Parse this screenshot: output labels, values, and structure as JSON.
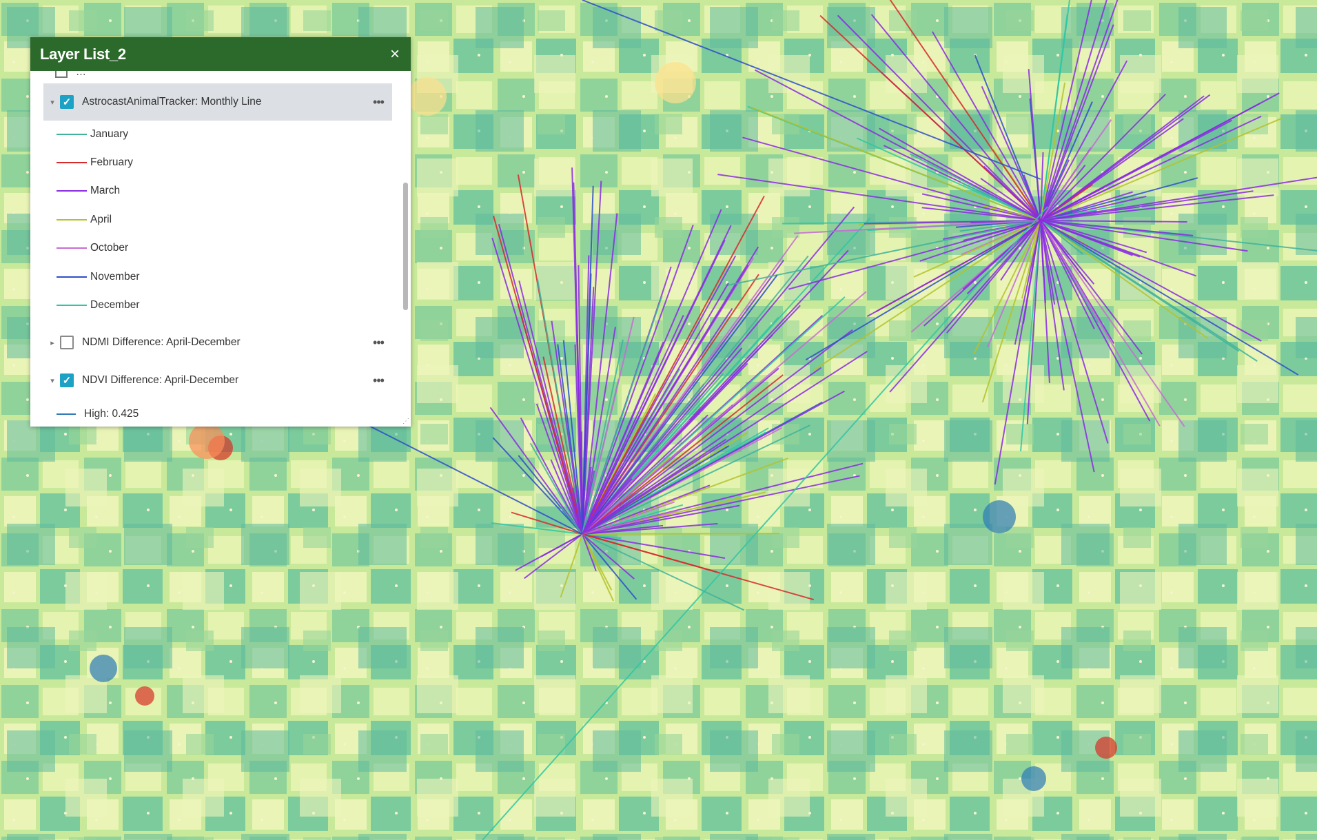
{
  "panel": {
    "title": "Layer List_2",
    "close_icon": "close-icon",
    "clipped_layer_label": "…",
    "layers": [
      {
        "label": "AstrocastAnimalTracker: Monthly Line",
        "checked": true,
        "expanded": true,
        "selected": true,
        "legend": [
          {
            "label": "January",
            "color": "#3fb39b"
          },
          {
            "label": "February",
            "color": "#d62b2b"
          },
          {
            "label": "March",
            "color": "#8a2be2"
          },
          {
            "label": "April",
            "color": "#b5c22b"
          },
          {
            "label": "October",
            "color": "#c86bd4"
          },
          {
            "label": "November",
            "color": "#2e4fc9"
          },
          {
            "label": "December",
            "color": "#2fc7a3"
          }
        ]
      },
      {
        "label": "NDMI Difference: April-December",
        "checked": false,
        "expanded": false,
        "selected": false
      },
      {
        "label": "NDVI Difference: April-December",
        "checked": true,
        "expanded": true,
        "selected": false,
        "legend_partial": "High: 0.425"
      }
    ],
    "more_icon": "more-options-icon"
  },
  "map": {
    "base_color": "#f4f3c4",
    "palette": [
      "#2c7bb6",
      "#abd9e9",
      "#a6dba0",
      "#d9f0a3",
      "#fee08b",
      "#d73027"
    ]
  }
}
